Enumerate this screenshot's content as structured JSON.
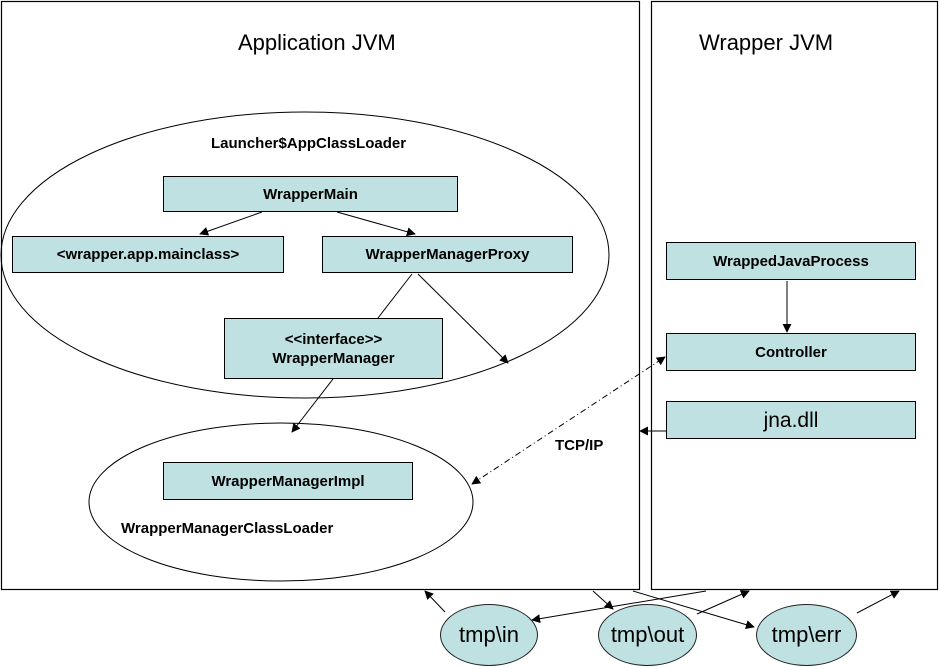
{
  "application_jvm": {
    "title": "Application JVM",
    "app_classloader_label": "Launcher$AppClassLoader",
    "wrapper_main": "WrapperMain",
    "mainclass": "<wrapper.app.mainclass>",
    "manager_proxy": "WrapperManagerProxy",
    "interface_stereotype": "<<interface>>",
    "interface_name": "WrapperManager",
    "manager_impl": "WrapperManagerImpl",
    "manager_classloader_label": "WrapperManagerClassLoader"
  },
  "wrapper_jvm": {
    "title": "Wrapper JVM",
    "wrapped_java_process": "WrappedJavaProcess",
    "controller": "Controller",
    "jna": "jna.dll"
  },
  "connection_label": "TCP/IP",
  "tmp_files": {
    "in": "tmp\\in",
    "out": "tmp\\out",
    "err": "tmp\\err"
  },
  "colors": {
    "box_fill": "#bfe1e1",
    "line": "#000000"
  }
}
